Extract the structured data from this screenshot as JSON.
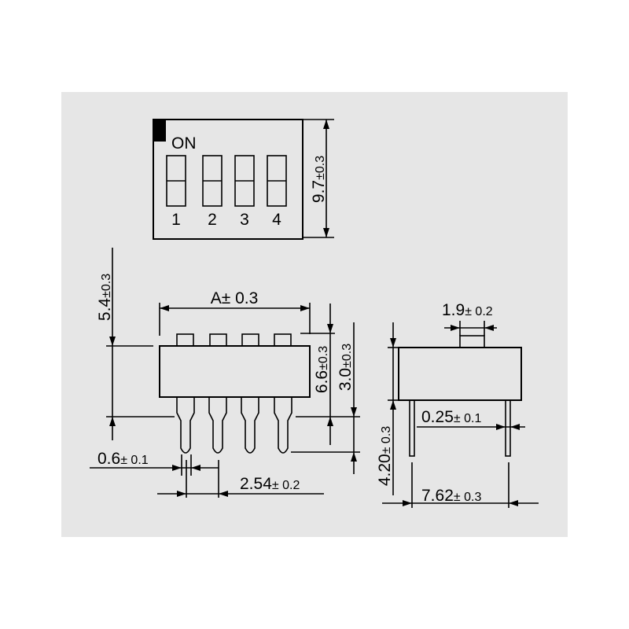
{
  "top_view": {
    "on_label": "ON",
    "switch_numbers": [
      "1",
      "2",
      "3",
      "4"
    ],
    "height_dim": {
      "value": "9.7",
      "tol": "±0.3"
    }
  },
  "front_view": {
    "width_dim": {
      "value": "A",
      "tol": "± 0.3"
    },
    "body_height_dim": {
      "value": "5.4",
      "tol": "±0.3"
    },
    "total_height_dim": {
      "value": "6.6",
      "tol": "±0.3"
    },
    "pin_length_dim": {
      "value": "3.0",
      "tol": "±0.3"
    },
    "pin_width_dim": {
      "value": "0.6",
      "tol": "± 0.1"
    },
    "pitch_dim": {
      "value": "2.54",
      "tol": "± 0.2"
    }
  },
  "side_view": {
    "actuator_width_dim": {
      "value": "1.9",
      "tol": "± 0.2"
    },
    "height_dim": {
      "value": "4.20",
      "tol": "± 0.3"
    },
    "pin_thickness_dim": {
      "value": "0.25",
      "tol": "± 0.1"
    },
    "row_spacing_dim": {
      "value": "7.62",
      "tol": "± 0.3"
    }
  },
  "colors": {
    "panel": "#e6e6e6",
    "ink": "#000000"
  }
}
